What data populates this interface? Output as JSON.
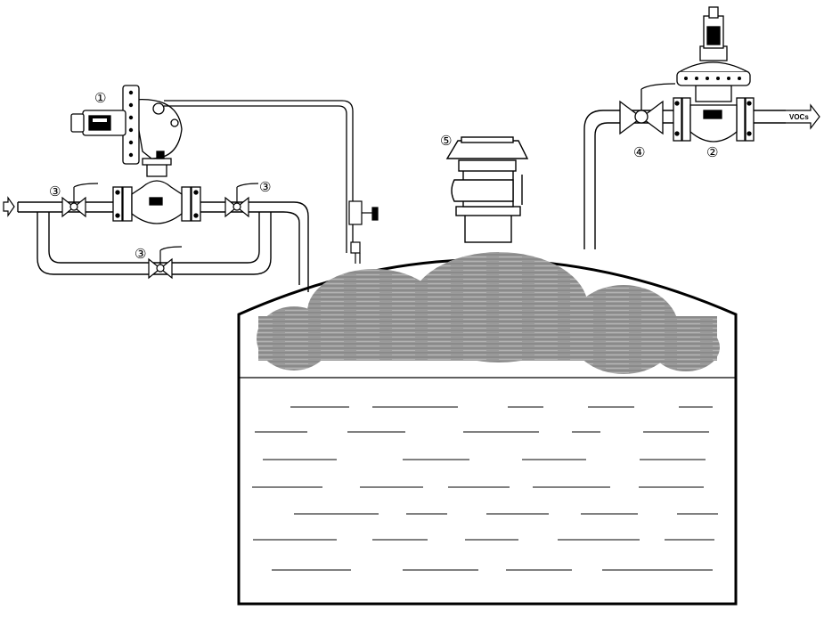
{
  "labels": {
    "c1": "①",
    "c2": "②",
    "c3a": "③",
    "c3b": "③",
    "c3c": "③",
    "c4": "④",
    "c5": "⑤",
    "outlet": "VOCs"
  },
  "colors": {
    "line": "#000000",
    "vapor": "#8a8a8a",
    "background": "#ffffff"
  }
}
